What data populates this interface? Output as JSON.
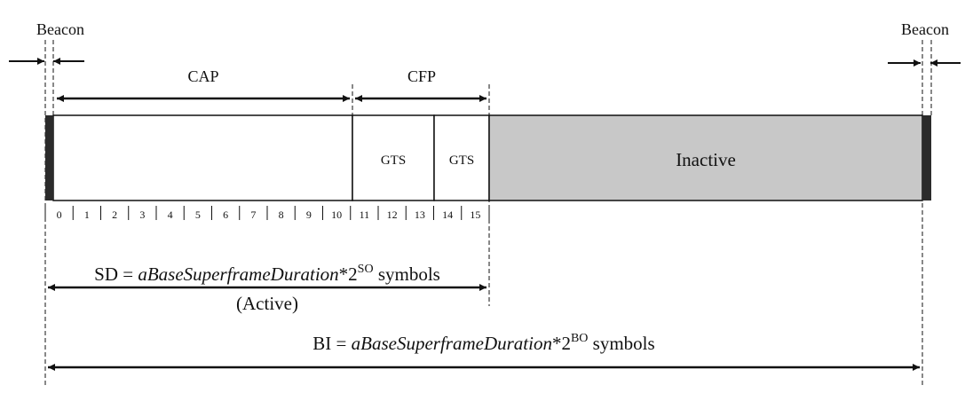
{
  "beacon_left_label": "Beacon",
  "beacon_right_label": "Beacon",
  "cap_label": "CAP",
  "cfp_label": "CFP",
  "gts_labels": [
    "GTS",
    "GTS"
  ],
  "inactive_label": "Inactive",
  "slot_numbers": [
    "0",
    "1",
    "2",
    "3",
    "4",
    "5",
    "6",
    "7",
    "8",
    "9",
    "10",
    "11",
    "12",
    "13",
    "14",
    "15"
  ],
  "sd_formula": {
    "prefix": "SD = ",
    "italic": "aBaseSuperframeDuration",
    "mult": "*2",
    "exponent": "SO",
    "suffix": " symbols"
  },
  "active_label": "(Active)",
  "bi_formula": {
    "prefix": "BI = ",
    "italic": "aBaseSuperframeDuration",
    "mult": "*2",
    "exponent": "BO",
    "suffix": " symbols"
  },
  "colors": {
    "beacon": "#2b2b2b",
    "inactive": "#c8c8c8",
    "line": "#111111"
  }
}
